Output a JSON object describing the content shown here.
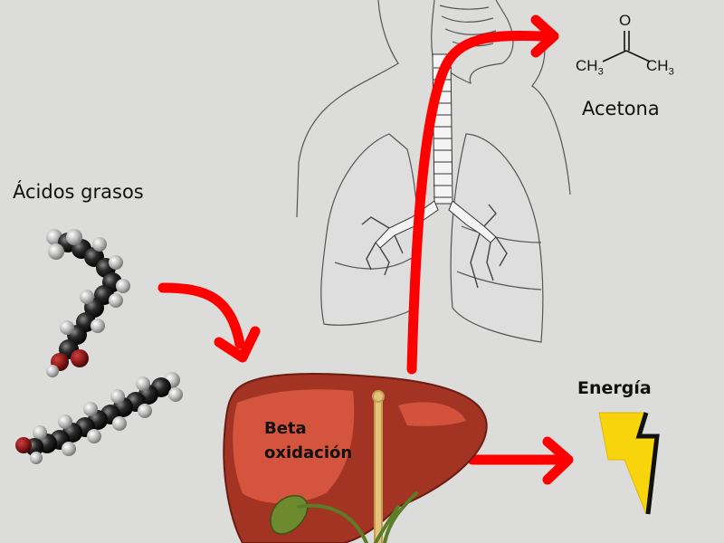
{
  "labels": {
    "fatty_acids": "Ácidos grasos",
    "acetone": "Acetona",
    "energy": "Energía",
    "beta_line1": "Beta",
    "beta_line2": "oxidación"
  },
  "acetone_formula": {
    "oxygen": "O",
    "methyl": "CH",
    "methyl_sub": "3"
  },
  "colors": {
    "background": "#dcdcda",
    "arrow": "#ff0000",
    "liver": "#a33322",
    "liver_highlight": "#de5a43",
    "bile_duct": "#e4c27a",
    "gallbladder": "#6d8a2e",
    "energy_bolt": "#f7d40b",
    "molecule_carbon": "#1a1a1a",
    "molecule_oxygen": "#8b1a1a"
  }
}
